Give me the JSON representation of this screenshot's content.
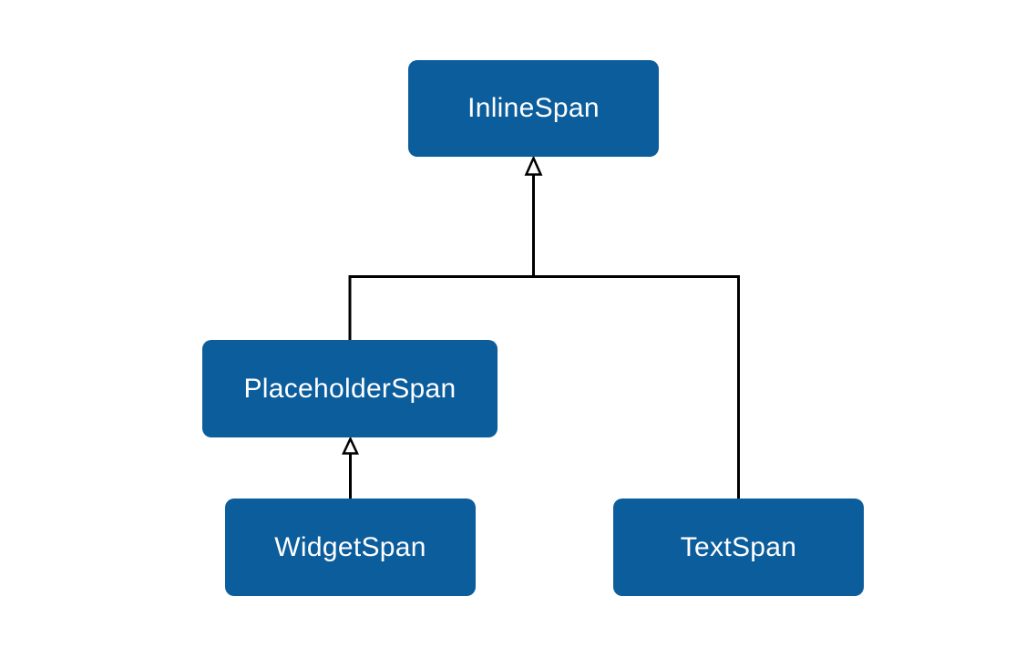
{
  "diagram": {
    "kind": "class-inheritance-diagram",
    "colors": {
      "node_fill": "#0c5d9c",
      "node_text": "#ffffff",
      "connector": "#000000",
      "background": "#ffffff"
    },
    "nodes": [
      {
        "id": "inline-span",
        "label": "InlineSpan"
      },
      {
        "id": "placeholder-span",
        "label": "PlaceholderSpan"
      },
      {
        "id": "widget-span",
        "label": "WidgetSpan"
      },
      {
        "id": "text-span",
        "label": "TextSpan"
      }
    ],
    "edges": [
      {
        "from": "placeholder-span",
        "to": "inline-span",
        "relation": "extends"
      },
      {
        "from": "text-span",
        "to": "inline-span",
        "relation": "extends"
      },
      {
        "from": "widget-span",
        "to": "placeholder-span",
        "relation": "extends"
      }
    ]
  }
}
